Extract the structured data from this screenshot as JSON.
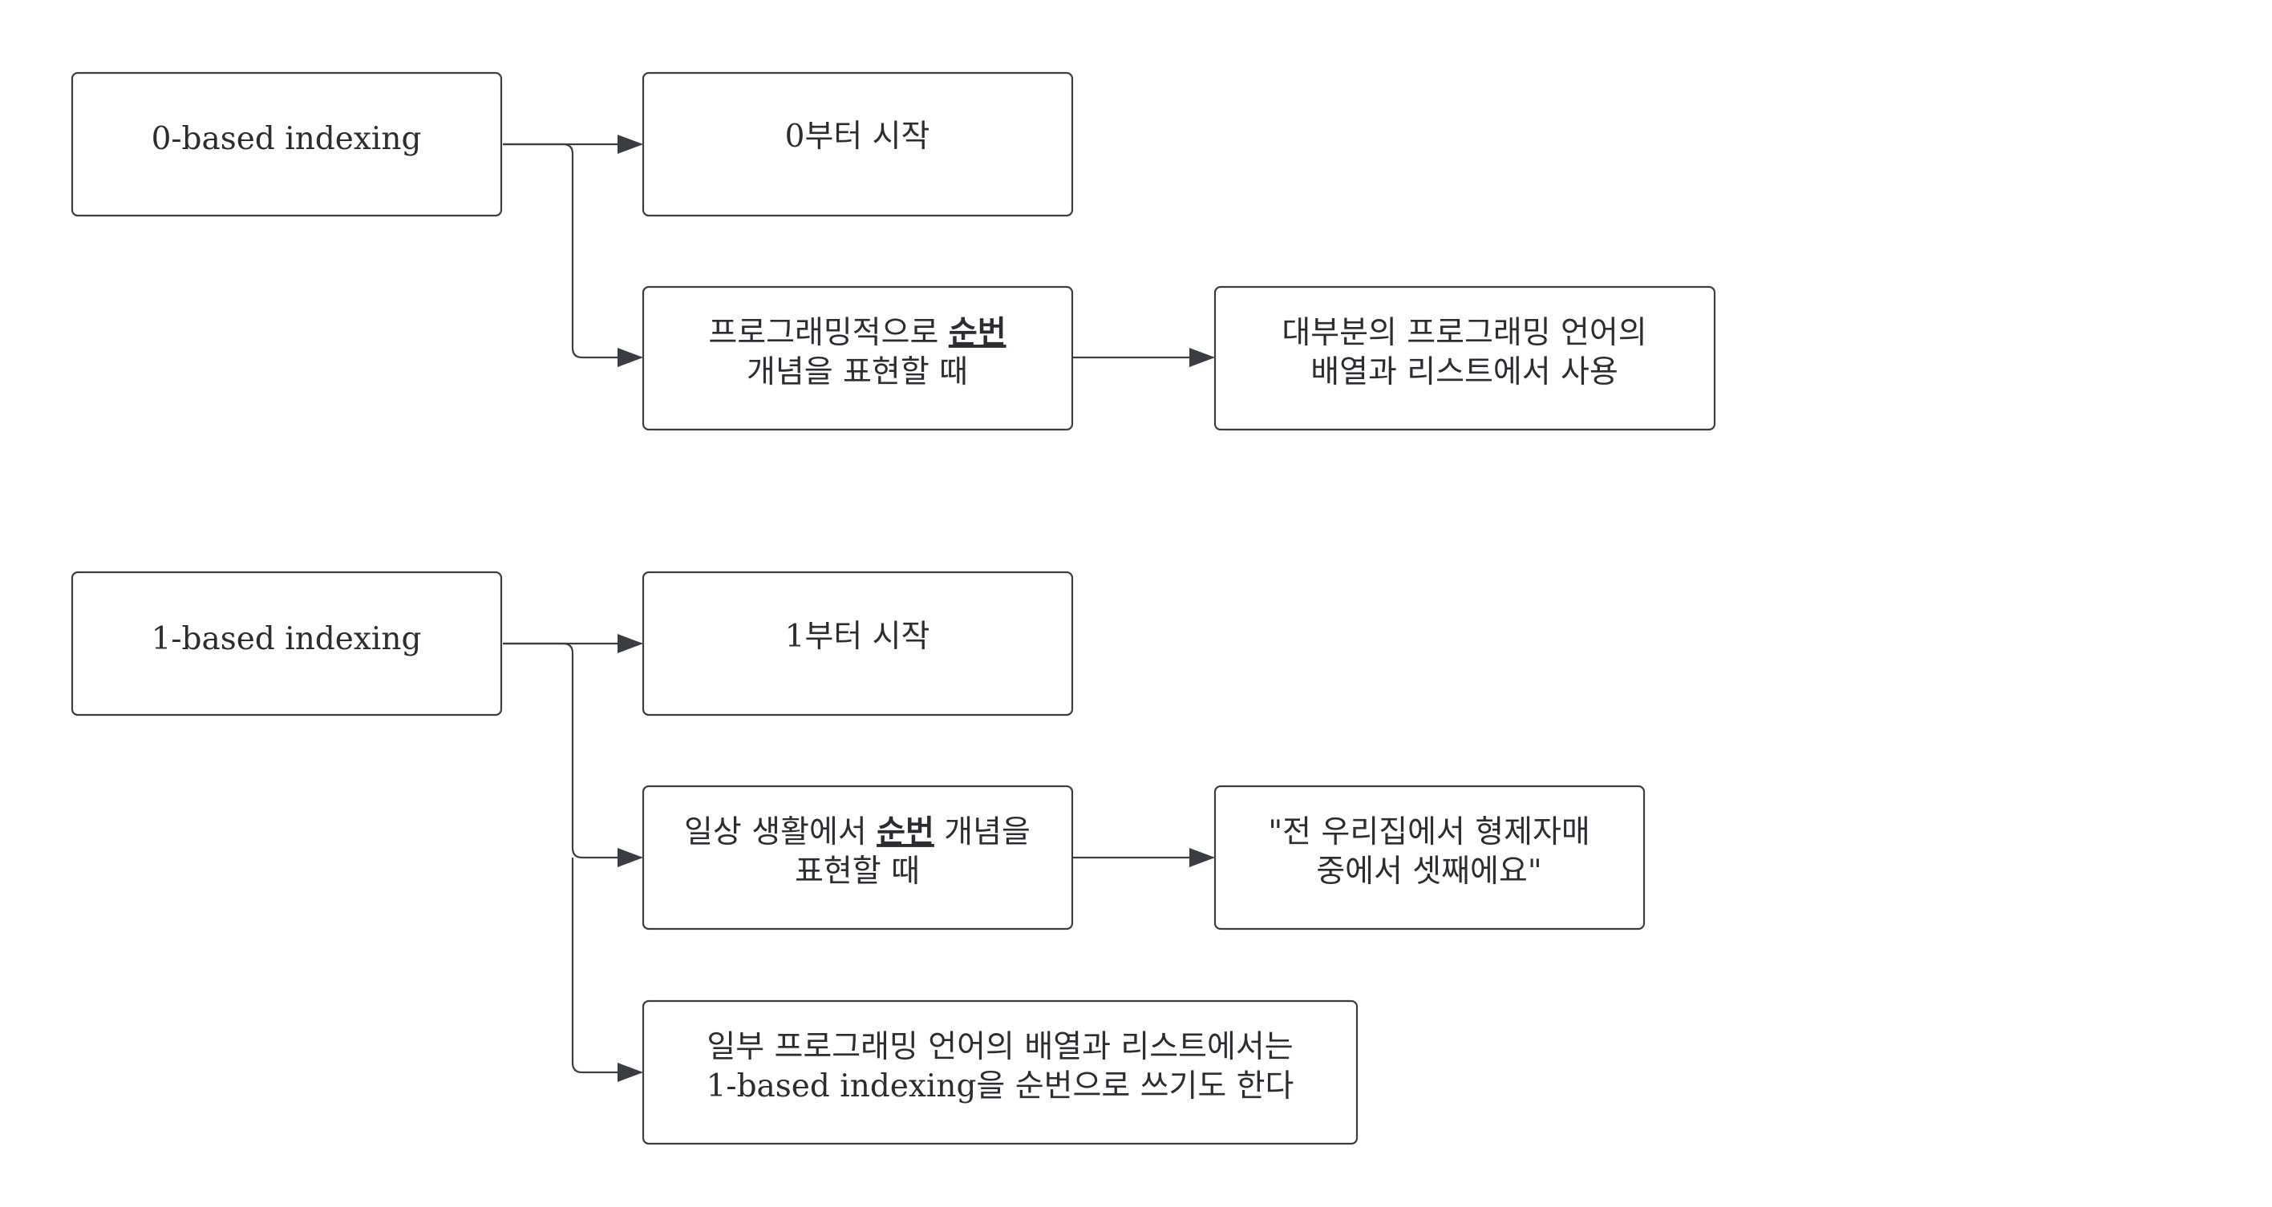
{
  "nodes": {
    "zero_based": {
      "label": "0-based indexing"
    },
    "zero_start": {
      "label": "0부터 시작"
    },
    "zero_prog": {
      "line1_pre": "프로그래밍적으로 ",
      "line1_hl": "순번",
      "line2": "개념을 표현할 때"
    },
    "zero_usage": {
      "line1": "대부분의 프로그래밍 언어의",
      "line2": "배열과 리스트에서 사용"
    },
    "one_based": {
      "label": "1-based indexing"
    },
    "one_start": {
      "label": "1부터 시작"
    },
    "one_daily": {
      "line1_pre": "일상 생활에서 ",
      "line1_hl": "순번",
      "line1_post": " 개념을",
      "line2": "표현할 때"
    },
    "one_example": {
      "line1": "\"전 우리집에서 형제자매",
      "line2": "중에서 셋째에요\""
    },
    "one_some_langs": {
      "line1": "일부 프로그래밍 언어의 배열과 리스트에서는",
      "line2": "1-based indexing을 순번으로 쓰기도 한다"
    }
  }
}
